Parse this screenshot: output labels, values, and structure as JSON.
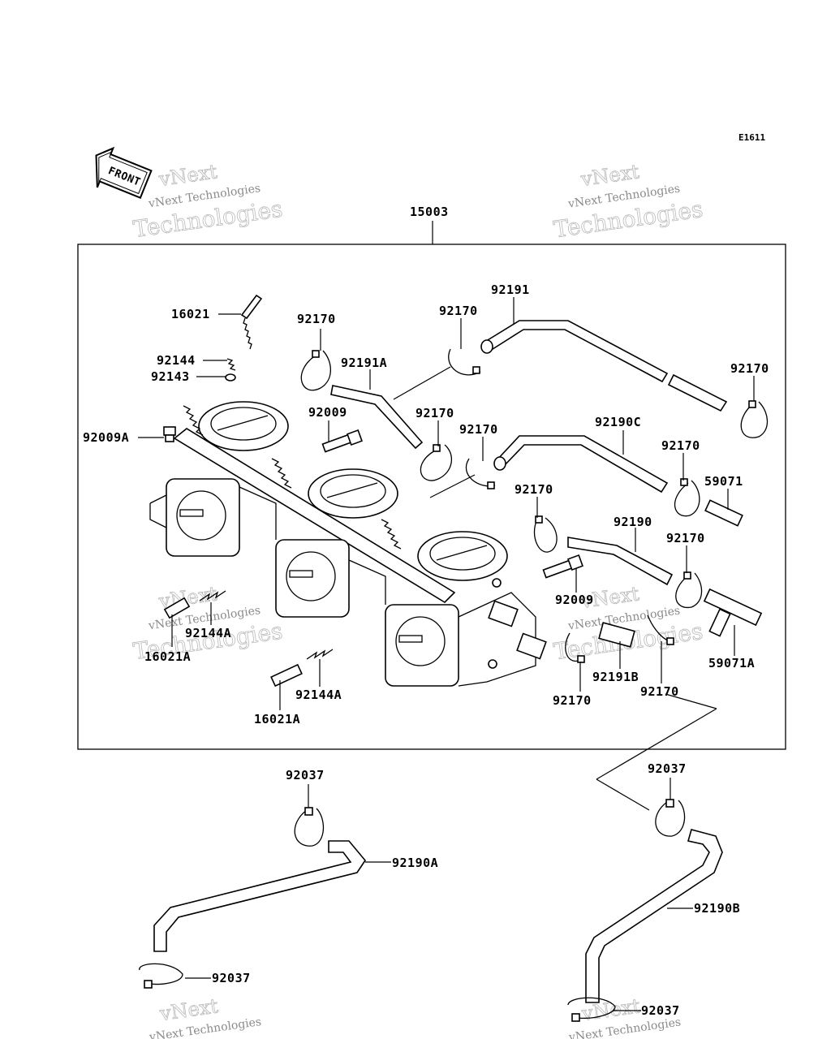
{
  "diagram_code": "E1611",
  "front_label": "FRONT",
  "watermark": {
    "line1": "vNext",
    "line2": "vNext Technologies",
    "line3": "Technologies"
  },
  "assembly_label": "15003",
  "parts": {
    "p16021": "16021",
    "p92144": "92144",
    "p92143": "92143",
    "p92009A": "92009A",
    "p92170_a": "92170",
    "p92191A": "92191A",
    "p92009_a": "92009",
    "p92170_b": "92170",
    "p92191": "92191",
    "p92170_c": "92170",
    "p92170_d": "92170",
    "p92170_e": "92170",
    "p92190C": "92190C",
    "p92170_f": "92170",
    "p59071": "59071",
    "p92170_g": "92170",
    "p92190": "92190",
    "p92170_h": "92170",
    "p92009_b": "92009",
    "p92144A_a": "92144A",
    "p16021A_a": "16021A",
    "p92144A_b": "92144A",
    "p16021A_b": "16021A",
    "p92170_i": "92170",
    "p92191B": "92191B",
    "p92170_j": "92170",
    "p59071A": "59071A",
    "p92037_a": "92037",
    "p92190A": "92190A",
    "p92037_b": "92037",
    "p92037_c": "92037",
    "p92190B": "92190B",
    "p92037_d": "92037"
  }
}
